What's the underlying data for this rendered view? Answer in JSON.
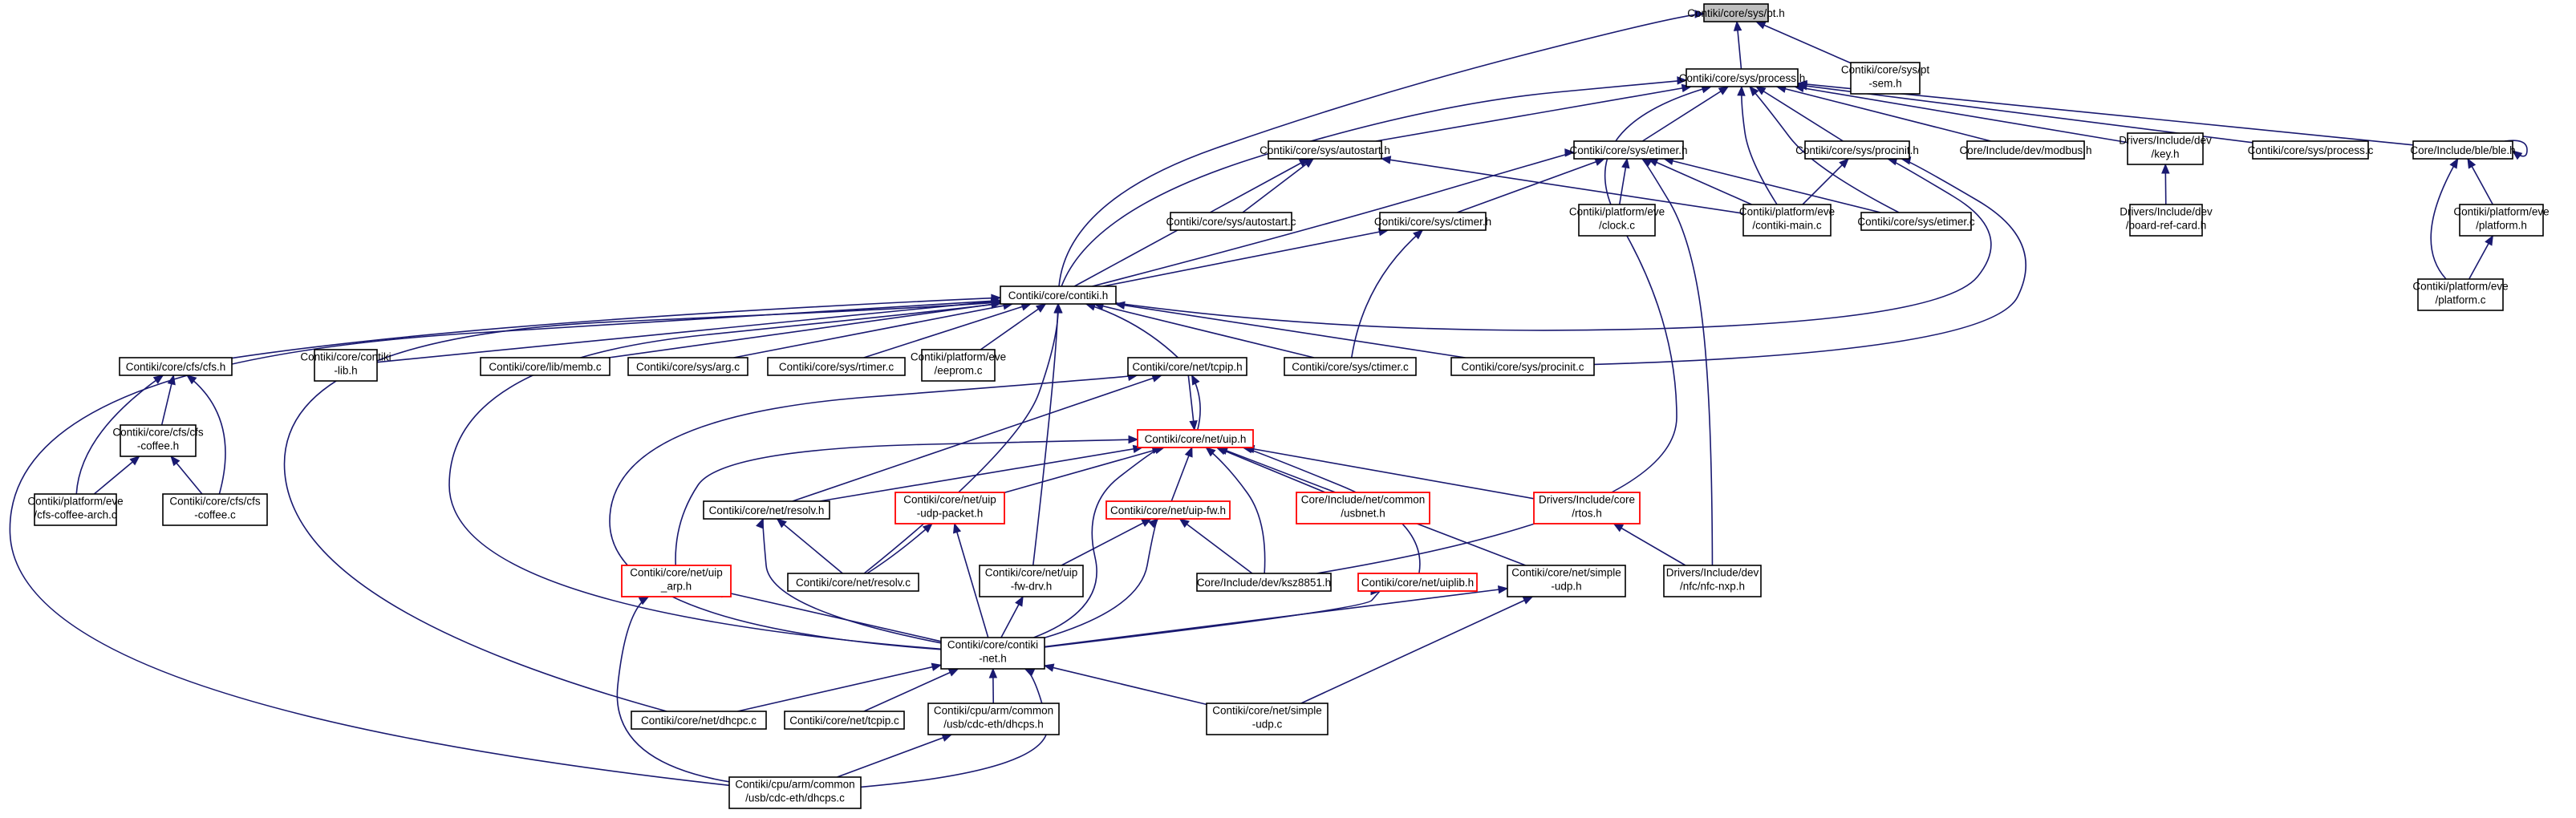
{
  "nodes": [
    {
      "id": "pt",
      "lines": [
        "Contiki/core/sys/pt.h"
      ],
      "style": "root"
    },
    {
      "id": "ptsem",
      "lines": [
        "Contiki/core/sys/pt",
        "-sem.h"
      ]
    },
    {
      "id": "process",
      "lines": [
        "Contiki/core/sys/process.h"
      ]
    },
    {
      "id": "autostarth",
      "lines": [
        "Contiki/core/sys/autostart.h"
      ]
    },
    {
      "id": "etimerh",
      "lines": [
        "Contiki/core/sys/etimer.h"
      ]
    },
    {
      "id": "procinith",
      "lines": [
        "Contiki/core/sys/procinit.h"
      ]
    },
    {
      "id": "modbus",
      "lines": [
        "Core/Include/dev/modbus.h"
      ]
    },
    {
      "id": "keyh",
      "lines": [
        "Drivers/Include/dev",
        "/key.h"
      ]
    },
    {
      "id": "processc",
      "lines": [
        "Contiki/core/sys/process.c"
      ]
    },
    {
      "id": "bleh",
      "lines": [
        "Core/Include/ble/ble.h"
      ]
    },
    {
      "id": "autostartc",
      "lines": [
        "Contiki/core/sys/autostart.c"
      ]
    },
    {
      "id": "ctimerh",
      "lines": [
        "Contiki/core/sys/ctimer.h"
      ]
    },
    {
      "id": "clockc",
      "lines": [
        "Contiki/platform/eve",
        "/clock.c"
      ]
    },
    {
      "id": "contikimain",
      "lines": [
        "Contiki/platform/eve",
        "/contiki-main.c"
      ]
    },
    {
      "id": "etimerc",
      "lines": [
        "Contiki/core/sys/etimer.c"
      ]
    },
    {
      "id": "boardref",
      "lines": [
        "Drivers/Include/dev",
        "/board-ref-card.h"
      ]
    },
    {
      "id": "platformh",
      "lines": [
        "Contiki/platform/eve",
        "/platform.h"
      ]
    },
    {
      "id": "platformc",
      "lines": [
        "Contiki/platform/eve",
        "/platform.c"
      ]
    },
    {
      "id": "contikih",
      "lines": [
        "Contiki/core/contiki.h"
      ]
    },
    {
      "id": "cfsh",
      "lines": [
        "Contiki/core/cfs/cfs.h"
      ]
    },
    {
      "id": "contikilib",
      "lines": [
        "Contiki/core/contiki",
        "-lib.h"
      ]
    },
    {
      "id": "memb",
      "lines": [
        "Contiki/core/lib/memb.c"
      ]
    },
    {
      "id": "argc",
      "lines": [
        "Contiki/core/sys/arg.c"
      ]
    },
    {
      "id": "rtimerc",
      "lines": [
        "Contiki/core/sys/rtimer.c"
      ]
    },
    {
      "id": "eeprom",
      "lines": [
        "Contiki/platform/eve",
        "/eeprom.c"
      ]
    },
    {
      "id": "tcpiph",
      "lines": [
        "Contiki/core/net/tcpip.h"
      ]
    },
    {
      "id": "ctimerc",
      "lines": [
        "Contiki/core/sys/ctimer.c"
      ]
    },
    {
      "id": "procinitc",
      "lines": [
        "Contiki/core/sys/procinit.c"
      ]
    },
    {
      "id": "coffeeh",
      "lines": [
        "Contiki/core/cfs/cfs",
        "-coffee.h"
      ]
    },
    {
      "id": "uiph",
      "lines": [
        "Contiki/core/net/uip.h"
      ],
      "style": "trunc"
    },
    {
      "id": "coffeearch",
      "lines": [
        "Contiki/platform/eve",
        "/cfs-coffee-arch.c"
      ]
    },
    {
      "id": "coffeec",
      "lines": [
        "Contiki/core/cfs/cfs",
        "-coffee.c"
      ]
    },
    {
      "id": "resolvh",
      "lines": [
        "Contiki/core/net/resolv.h"
      ]
    },
    {
      "id": "udppacket",
      "lines": [
        "Contiki/core/net/uip",
        "-udp-packet.h"
      ],
      "style": "trunc"
    },
    {
      "id": "uipfwh",
      "lines": [
        "Contiki/core/net/uip-fw.h"
      ],
      "style": "trunc"
    },
    {
      "id": "usbnet",
      "lines": [
        "Core/Include/net/common",
        "/usbnet.h"
      ],
      "style": "trunc"
    },
    {
      "id": "rtos",
      "lines": [
        "Drivers/Include/core",
        "/rtos.h"
      ],
      "style": "trunc"
    },
    {
      "id": "uiparp",
      "lines": [
        "Contiki/core/net/uip",
        "_arp.h"
      ],
      "style": "trunc"
    },
    {
      "id": "resolvc",
      "lines": [
        "Contiki/core/net/resolv.c"
      ]
    },
    {
      "id": "fwdrv",
      "lines": [
        "Contiki/core/net/uip",
        "-fw-drv.h"
      ]
    },
    {
      "id": "ksz",
      "lines": [
        "Core/Include/dev/ksz8851.h"
      ]
    },
    {
      "id": "uiplib",
      "lines": [
        "Contiki/core/net/uiplib.h"
      ],
      "style": "trunc"
    },
    {
      "id": "simpleudph",
      "lines": [
        "Contiki/core/net/simple",
        "-udp.h"
      ]
    },
    {
      "id": "nfc",
      "lines": [
        "Drivers/Include/dev",
        "/nfc/nfc-nxp.h"
      ]
    },
    {
      "id": "contikinet",
      "lines": [
        "Contiki/core/contiki",
        "-net.h"
      ]
    },
    {
      "id": "dhcpc",
      "lines": [
        "Contiki/core/net/dhcpc.c"
      ]
    },
    {
      "id": "tcpipc",
      "lines": [
        "Contiki/core/net/tcpip.c"
      ]
    },
    {
      "id": "dhcpsh",
      "lines": [
        "Contiki/cpu/arm/common",
        "/usb/cdc-eth/dhcps.h"
      ]
    },
    {
      "id": "simpleudpc",
      "lines": [
        "Contiki/core/net/simple",
        "-udp.c"
      ]
    },
    {
      "id": "dhcpsc",
      "lines": [
        "Contiki/cpu/arm/common",
        "/usb/cdc-eth/dhcps.c"
      ]
    }
  ],
  "edges": [
    [
      "ptsem",
      "pt"
    ],
    [
      "process",
      "pt"
    ],
    [
      "contikih",
      "pt"
    ],
    [
      "autostarth",
      "process"
    ],
    [
      "etimerh",
      "process"
    ],
    [
      "procinith",
      "process"
    ],
    [
      "modbus",
      "process"
    ],
    [
      "keyh",
      "process"
    ],
    [
      "processc",
      "process"
    ],
    [
      "bleh",
      "process"
    ],
    [
      "contikih",
      "process"
    ],
    [
      "contikimain",
      "process"
    ],
    [
      "etimerc",
      "process"
    ],
    [
      "ksz",
      "process"
    ],
    [
      "autostartc",
      "autostarth"
    ],
    [
      "contikih",
      "autostarth"
    ],
    [
      "contikimain",
      "autostarth"
    ],
    [
      "ctimerh",
      "etimerh"
    ],
    [
      "clockc",
      "etimerh"
    ],
    [
      "contikimain",
      "etimerh"
    ],
    [
      "etimerc",
      "etimerh"
    ],
    [
      "contikih",
      "etimerh"
    ],
    [
      "nfc",
      "etimerh"
    ],
    [
      "contikimain",
      "procinith"
    ],
    [
      "contikih",
      "procinith"
    ],
    [
      "procinitc",
      "procinith"
    ],
    [
      "boardref",
      "keyh"
    ],
    [
      "bleh",
      "bleh"
    ],
    [
      "platformh",
      "bleh"
    ],
    [
      "platformc",
      "bleh"
    ],
    [
      "platformc",
      "platformh"
    ],
    [
      "contikih",
      "ctimerh"
    ],
    [
      "ctimerc",
      "ctimerh"
    ],
    [
      "cfsh",
      "contikih"
    ],
    [
      "contikilib",
      "contikih"
    ],
    [
      "memb",
      "contikih"
    ],
    [
      "argc",
      "contikih"
    ],
    [
      "rtimerc",
      "contikih"
    ],
    [
      "eeprom",
      "contikih"
    ],
    [
      "tcpiph",
      "contikih"
    ],
    [
      "ctimerc",
      "contikih"
    ],
    [
      "procinitc",
      "contikih"
    ],
    [
      "resolvc",
      "contikih"
    ],
    [
      "fwdrv",
      "contikih"
    ],
    [
      "contikinet",
      "contikih"
    ],
    [
      "dhcpc",
      "contikih"
    ],
    [
      "dhcpsc",
      "contikih"
    ],
    [
      "coffeeh",
      "cfsh"
    ],
    [
      "coffeearch",
      "cfsh"
    ],
    [
      "coffeec",
      "cfsh"
    ],
    [
      "coffeearch",
      "coffeeh"
    ],
    [
      "coffeec",
      "coffeeh"
    ],
    [
      "uiph",
      "tcpiph"
    ],
    [
      "tcpiph",
      "uiph"
    ],
    [
      "resolvh",
      "tcpiph"
    ],
    [
      "contikinet",
      "tcpiph"
    ],
    [
      "resolvh",
      "uiph"
    ],
    [
      "udppacket",
      "uiph"
    ],
    [
      "uipfwh",
      "uiph"
    ],
    [
      "usbnet",
      "uiph"
    ],
    [
      "rtos",
      "uiph"
    ],
    [
      "uiparp",
      "uiph"
    ],
    [
      "ksz",
      "uiph"
    ],
    [
      "uiplib",
      "uiph"
    ],
    [
      "simpleudph",
      "uiph"
    ],
    [
      "contikinet",
      "uiph"
    ],
    [
      "resolvc",
      "resolvh"
    ],
    [
      "contikinet",
      "resolvh"
    ],
    [
      "resolvc",
      "udppacket"
    ],
    [
      "contikinet",
      "udppacket"
    ],
    [
      "fwdrv",
      "uipfwh"
    ],
    [
      "ksz",
      "uipfwh"
    ],
    [
      "contikinet",
      "uipfwh"
    ],
    [
      "nfc",
      "rtos"
    ],
    [
      "contikinet",
      "uiparp"
    ],
    [
      "dhcpsc",
      "uiparp"
    ],
    [
      "contikinet",
      "fwdrv"
    ],
    [
      "contikinet",
      "uiplib"
    ],
    [
      "contikinet",
      "simpleudph"
    ],
    [
      "simpleudpc",
      "simpleudph"
    ],
    [
      "dhcpc",
      "contikinet"
    ],
    [
      "tcpipc",
      "contikinet"
    ],
    [
      "dhcpsh",
      "contikinet"
    ],
    [
      "simpleudpc",
      "contikinet"
    ],
    [
      "dhcpsc",
      "contikinet"
    ],
    [
      "dhcpsc",
      "dhcpsh"
    ]
  ]
}
